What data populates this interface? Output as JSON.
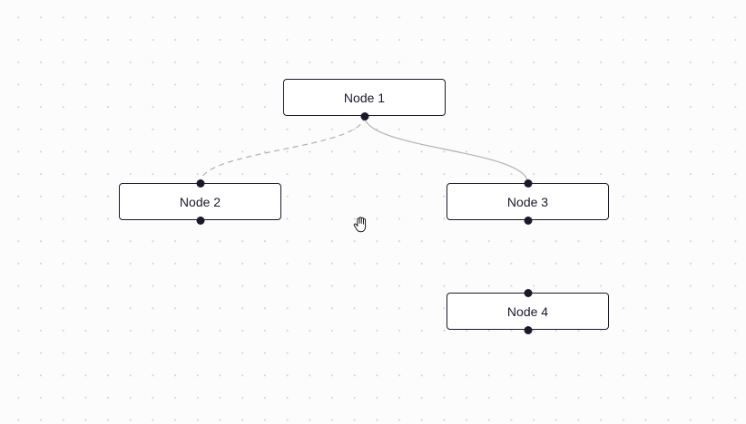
{
  "canvas": {
    "background_color": "#fcfcfc",
    "dot_color": "#d4d4d4",
    "cursor_icon": "grab-hand"
  },
  "nodes": [
    {
      "id": "1",
      "label": "Node 1",
      "handles": [
        "source-bottom"
      ]
    },
    {
      "id": "2",
      "label": "Node 2",
      "handles": [
        "target-top",
        "source-bottom"
      ]
    },
    {
      "id": "3",
      "label": "Node 3",
      "handles": [
        "target-top",
        "source-bottom"
      ]
    },
    {
      "id": "4",
      "label": "Node 4",
      "handles": [
        "target-top",
        "source-bottom"
      ]
    }
  ],
  "edges": [
    {
      "from": "Node 1",
      "to": "Node 2",
      "style": "dashed",
      "color": "#b1b1b7"
    },
    {
      "from": "Node 1",
      "to": "Node 3",
      "style": "solid",
      "color": "#b1b1b7"
    }
  ],
  "colors": {
    "node_border": "#1a192b",
    "node_background": "#ffffff",
    "handle": "#1a192b",
    "text": "#1a192b"
  }
}
